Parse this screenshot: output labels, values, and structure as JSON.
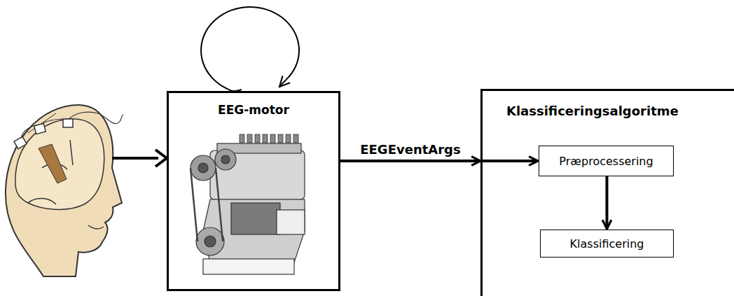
{
  "diagram": {
    "nodes": [
      {
        "text": [
          "EEG-motor"
        ]
      },
      {
        "text": [
          "Klassificeringsalgoritme"
        ]
      },
      {
        "text": [
          "Præprocessering"
        ],
        "in": 1
      },
      {
        "text": [
          "Klassificering"
        ],
        "in": 1
      }
    ],
    "edges": [
      {
        "from": 0,
        "to": 0,
        "arrow": "to"
      },
      {
        "from": 0,
        "to": 2,
        "label": "EEGEventArgs",
        "arrow": "to"
      },
      {
        "from": 2,
        "to": 3,
        "arrow": "to"
      }
    ]
  }
}
